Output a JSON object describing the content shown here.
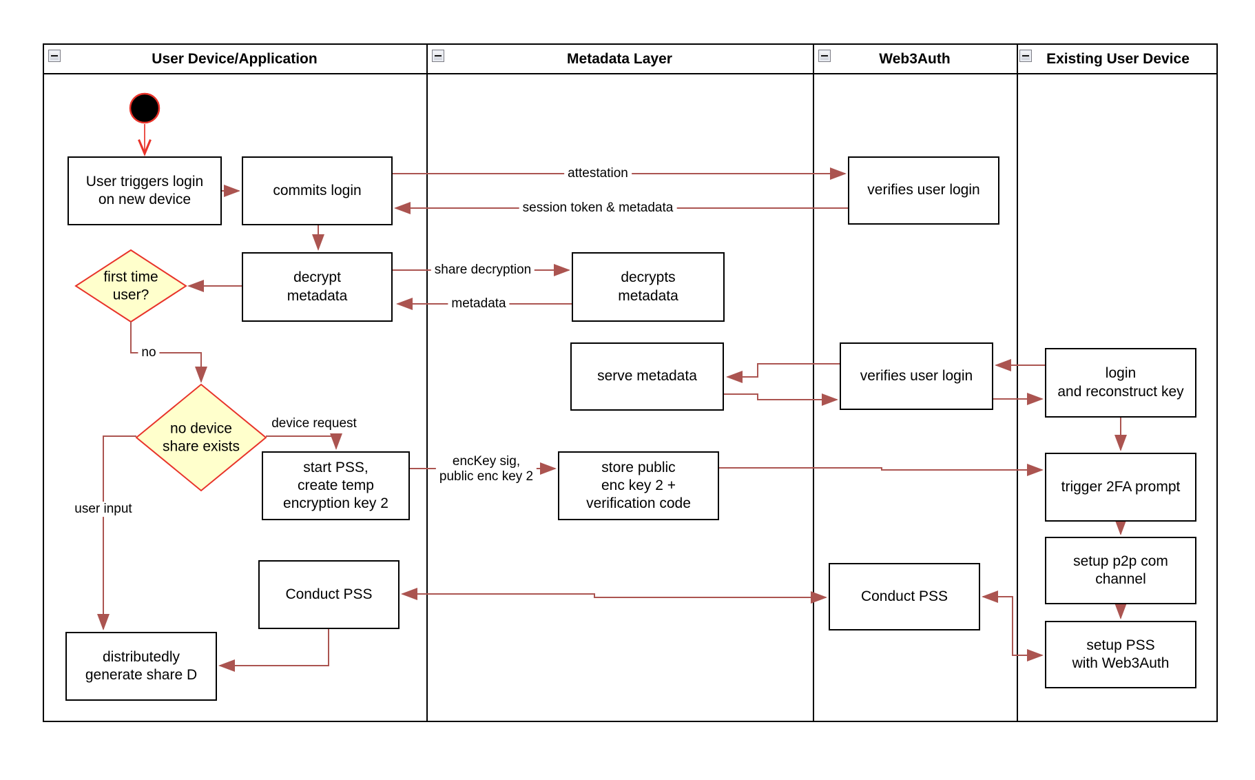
{
  "diagram": {
    "lanes": [
      {
        "id": "lane-user-device",
        "title": "User Device/Application"
      },
      {
        "id": "lane-metadata-layer",
        "title": "Metadata Layer"
      },
      {
        "id": "lane-web3auth",
        "title": "Web3Auth"
      },
      {
        "id": "lane-existing-device",
        "title": "Existing User Device"
      }
    ],
    "nodes": [
      {
        "id": "start",
        "type": "start",
        "label": "",
        "lane": "lane-user-device"
      },
      {
        "id": "user-triggers-login",
        "type": "box",
        "label": "User triggers login\non new device",
        "lane": "lane-user-device"
      },
      {
        "id": "commits-login",
        "type": "box",
        "label": "commits login",
        "lane": "lane-user-device"
      },
      {
        "id": "decrypt-metadata",
        "type": "box",
        "label": "decrypt\nmetadata",
        "lane": "lane-user-device"
      },
      {
        "id": "first-time-user",
        "type": "decision",
        "label": "first time\nuser?",
        "lane": "lane-user-device"
      },
      {
        "id": "no-device-share",
        "type": "decision",
        "label": "no device\nshare exists",
        "lane": "lane-user-device"
      },
      {
        "id": "start-pss",
        "type": "box",
        "label": "start PSS,\ncreate temp\nencryption key 2",
        "lane": "lane-user-device"
      },
      {
        "id": "conduct-pss-user",
        "type": "box",
        "label": "Conduct PSS",
        "lane": "lane-user-device"
      },
      {
        "id": "generate-share-d",
        "type": "box",
        "label": "distributedly\ngenerate share D",
        "lane": "lane-user-device"
      },
      {
        "id": "decrypts-metadata",
        "type": "box",
        "label": "decrypts\nmetadata",
        "lane": "lane-metadata-layer"
      },
      {
        "id": "serve-metadata",
        "type": "box",
        "label": "serve metadata",
        "lane": "lane-metadata-layer"
      },
      {
        "id": "store-public-enc-key",
        "type": "box",
        "label": "store public\nenc key 2 +\nverification code",
        "lane": "lane-metadata-layer"
      },
      {
        "id": "verifies-user-login-1",
        "type": "box",
        "label": "verifies user login",
        "lane": "lane-web3auth"
      },
      {
        "id": "verifies-user-login-2",
        "type": "box",
        "label": "verifies user login",
        "lane": "lane-web3auth"
      },
      {
        "id": "conduct-pss-web3auth",
        "type": "box",
        "label": "Conduct PSS",
        "lane": "lane-web3auth"
      },
      {
        "id": "login-reconstruct-key",
        "type": "box",
        "label": "login\nand reconstruct key",
        "lane": "lane-existing-device"
      },
      {
        "id": "trigger-2fa-prompt",
        "type": "box",
        "label": "trigger 2FA prompt",
        "lane": "lane-existing-device"
      },
      {
        "id": "setup-p2p-channel",
        "type": "box",
        "label": "setup p2p com\nchannel",
        "lane": "lane-existing-device"
      },
      {
        "id": "setup-pss-web3auth",
        "type": "box",
        "label": "setup PSS\nwith Web3Auth",
        "lane": "lane-existing-device"
      }
    ],
    "edges": [
      {
        "id": "e-start",
        "from": "start",
        "to": "user-triggers-login",
        "label": ""
      },
      {
        "id": "e-trigger-commit",
        "from": "user-triggers-login",
        "to": "commits-login",
        "label": ""
      },
      {
        "id": "e-attestation",
        "from": "commits-login",
        "to": "verifies-user-login-1",
        "label": "attestation"
      },
      {
        "id": "e-session",
        "from": "verifies-user-login-1",
        "to": "commits-login",
        "label": "session token & metadata"
      },
      {
        "id": "e-commit-decrypt",
        "from": "commits-login",
        "to": "decrypt-metadata",
        "label": ""
      },
      {
        "id": "e-share-decryption",
        "from": "decrypt-metadata",
        "to": "decrypts-metadata",
        "label": "share decryption"
      },
      {
        "id": "e-metadata",
        "from": "decrypts-metadata",
        "to": "decrypt-metadata",
        "label": "metadata"
      },
      {
        "id": "e-decrypt-firsttime",
        "from": "decrypt-metadata",
        "to": "first-time-user",
        "label": ""
      },
      {
        "id": "e-no",
        "from": "first-time-user",
        "to": "no-device-share",
        "label": "no"
      },
      {
        "id": "e-device-request",
        "from": "no-device-share",
        "to": "start-pss",
        "label": "device request"
      },
      {
        "id": "e-enckey",
        "from": "start-pss",
        "to": "store-public-enc-key",
        "label": "encKey sig,\npublic enc key 2"
      },
      {
        "id": "e-store-trigger",
        "from": "store-public-enc-key",
        "to": "trigger-2fa-prompt",
        "label": ""
      },
      {
        "id": "e-verifies-serve",
        "from": "verifies-user-login-2",
        "to": "serve-metadata",
        "label": ""
      },
      {
        "id": "e-serve-verifies",
        "from": "serve-metadata",
        "to": "verifies-user-login-2",
        "label": ""
      },
      {
        "id": "e-login-verifies",
        "from": "login-reconstruct-key",
        "to": "verifies-user-login-2",
        "label": ""
      },
      {
        "id": "e-verifies-login",
        "from": "verifies-user-login-2",
        "to": "login-reconstruct-key",
        "label": ""
      },
      {
        "id": "e-login-trigger",
        "from": "login-reconstruct-key",
        "to": "trigger-2fa-prompt",
        "label": ""
      },
      {
        "id": "e-trigger-p2p",
        "from": "trigger-2fa-prompt",
        "to": "setup-p2p-channel",
        "label": ""
      },
      {
        "id": "e-p2p-setuppss",
        "from": "setup-p2p-channel",
        "to": "setup-pss-web3auth",
        "label": ""
      },
      {
        "id": "e-conduct-conduct",
        "from": "conduct-pss-user",
        "to": "conduct-pss-web3auth",
        "label": ""
      },
      {
        "id": "e-conduct-setuppss",
        "from": "conduct-pss-web3auth",
        "to": "setup-pss-web3auth",
        "label": ""
      },
      {
        "id": "e-conduct-generate",
        "from": "conduct-pss-user",
        "to": "generate-share-d",
        "label": ""
      },
      {
        "id": "e-user-input",
        "from": "no-device-share",
        "to": "generate-share-d",
        "label": "user input"
      }
    ],
    "colors": {
      "connector": "#ab5450",
      "start_stroke": "#e8332a",
      "start_fill": "#000000",
      "decision_fill": "#ffffcc",
      "decision_stroke": "#e8332a",
      "box_stroke": "#000000",
      "lane_border": "#000000"
    }
  }
}
